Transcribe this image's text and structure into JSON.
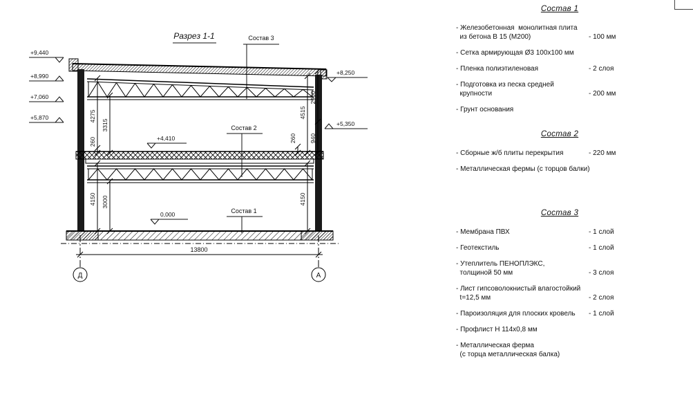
{
  "drawing": {
    "title": "Разрез 1-1",
    "callout1": "Состав 1",
    "callout2": "Состав 2",
    "callout3": "Состав 3",
    "elev": {
      "l1": "+9,440",
      "l2": "+8,990",
      "l3": "+7,060",
      "l4": "+5,870",
      "r1": "+8,250",
      "r2": "+5,350",
      "m1": "+4,410",
      "m2": "0,000"
    },
    "dim": {
      "a": "4275",
      "b": "3315",
      "c": "260",
      "d": "4150",
      "e": "3000",
      "f": "2900",
      "g": "4515",
      "h": "260",
      "i": "940",
      "j": "4150",
      "w": "13800"
    },
    "axisL": "Д",
    "axisR": "А"
  },
  "legend": {
    "sections": [
      {
        "title": "Состав 1",
        "items": [
          {
            "label": "- Железобетонная  монолитная плита\n  из бетона В 15 (М200)",
            "value": "- 100 мм"
          },
          {
            "label": "- Сетка армирующая Ø3 100x100 мм",
            "value": ""
          },
          {
            "label": "- Пленка полиэтиленовая",
            "value": "- 2 слоя"
          },
          {
            "label": "- Подготовка из песка средней\n  крупности",
            "value": "- 200 мм"
          },
          {
            "label": "- Грунт основания",
            "value": ""
          }
        ]
      },
      {
        "title": "Состав 2",
        "items": [
          {
            "label": "- Сборные ж/б плиты перекрытия",
            "value": "- 220 мм"
          },
          {
            "label": "- Металлическая фермы (с торцов балки)",
            "value": ""
          }
        ]
      },
      {
        "title": "Состав 3",
        "items": [
          {
            "label": "- Мембрана ПВХ",
            "value": "- 1 слой"
          },
          {
            "label": "- Геотекстиль",
            "value": "- 1 слой"
          },
          {
            "label": "- Утеплитель ПЕНОПЛЭКС,\n  толщиной 50 мм",
            "value": "- 3 слоя"
          },
          {
            "label": "- Лист гипсоволокнистый влагостойкий\n  t=12,5 мм",
            "value": "- 2 слоя"
          },
          {
            "label": "- Пароизоляция для плоских кровель",
            "value": "- 1 слой"
          },
          {
            "label": "- Профлист Н 114х0,8 мм",
            "value": ""
          },
          {
            "label": "- Металлическая ферма\n  (с торца металлическая балка)",
            "value": ""
          }
        ]
      }
    ]
  }
}
